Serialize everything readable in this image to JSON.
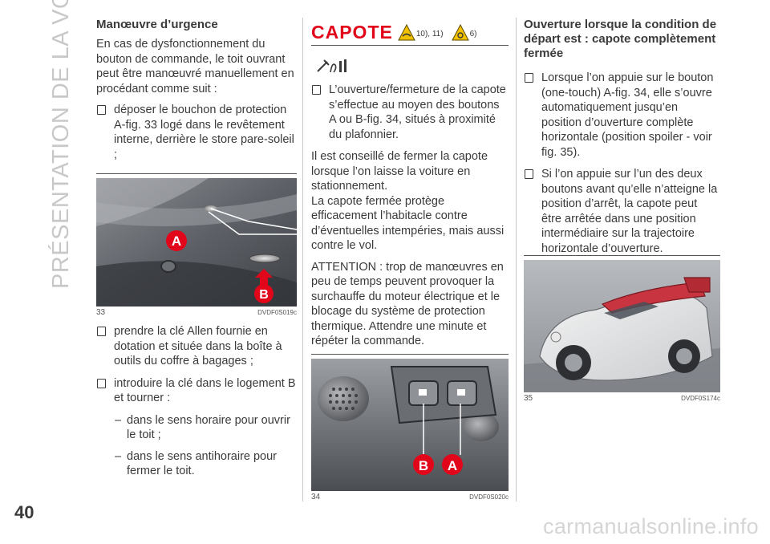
{
  "side_title": "PRÉSENTATION DE LA VOITURE",
  "page_number": "40",
  "watermark": "carmanualsonline.info",
  "col1": {
    "heading": "Manœuvre d’urgence",
    "intro": "En cas de dysfonctionnement du bouton de commande, le toit ouvrant peut être manœuvré manuellement en procédant comme suit :",
    "bullet1": "déposer le bouchon de protection A-fig. 33 logé dans le revêtement interne, derrière le store pare-soleil ;",
    "figure": {
      "number": "33",
      "ref": "DVDF0S019c",
      "label_a": "A",
      "label_b": "B"
    },
    "bullet2": "prendre la clé Allen fournie en dotation et située dans la boîte à outils du coffre à bagages ;",
    "bullet3": "introduire la clé dans le logement B et tourner :",
    "dash1": "dans le sens horaire pour ouvrir le toit ;",
    "dash2": "dans le sens antihoraire pour fermer le toit."
  },
  "col2": {
    "title": "CAPOTE",
    "ref1": "10), 11)",
    "ref2": "6)",
    "bullet1": "L’ouverture/fermeture de la capote s’effectue au moyen des boutons A ou B-fig. 34, situés à proximité du plafonnier.",
    "para1": "Il est conseillé de fermer la capote lorsque l’on laisse la voiture en stationnement.",
    "para2": "La capote fermée protège efficacement l’habitacle contre d’éventuelles intempéries, mais aussi contre le vol.",
    "para3": "ATTENTION : trop de manœuvres en peu de temps peuvent provoquer la surchauffe du moteur électrique et le blocage du système de protection thermique. Attendre une minute et répéter la commande.",
    "figure": {
      "number": "34",
      "ref": "DVDF0S020c",
      "label_a": "A",
      "label_b": "B"
    }
  },
  "col3": {
    "heading": "Ouverture lorsque la condition de départ est  : capote complètement fermée",
    "bullet1": "Lorsque l’on appuie sur le bouton (one-touch) A-fig. 34, elle s’ouvre automatiquement jusqu’en position d’ouverture complète horizontale (position spoiler - voir fig. 35).",
    "bullet2": "Si l’on appuie sur l’un des deux boutons avant qu’elle n’atteigne la position d’arrêt, la capote peut être arrêtée dans une position intermédiaire sur la trajectoire horizontale d’ouverture.",
    "figure": {
      "number": "35",
      "ref": "DVDF0S174c"
    }
  },
  "colors": {
    "accent_red": "#e2061a",
    "warning_yellow": "#f2c200",
    "text": "#3a3a3a"
  },
  "icons": [
    "warning-triangle-icon",
    "tool-icon",
    "checkbox-bullet-icon"
  ]
}
